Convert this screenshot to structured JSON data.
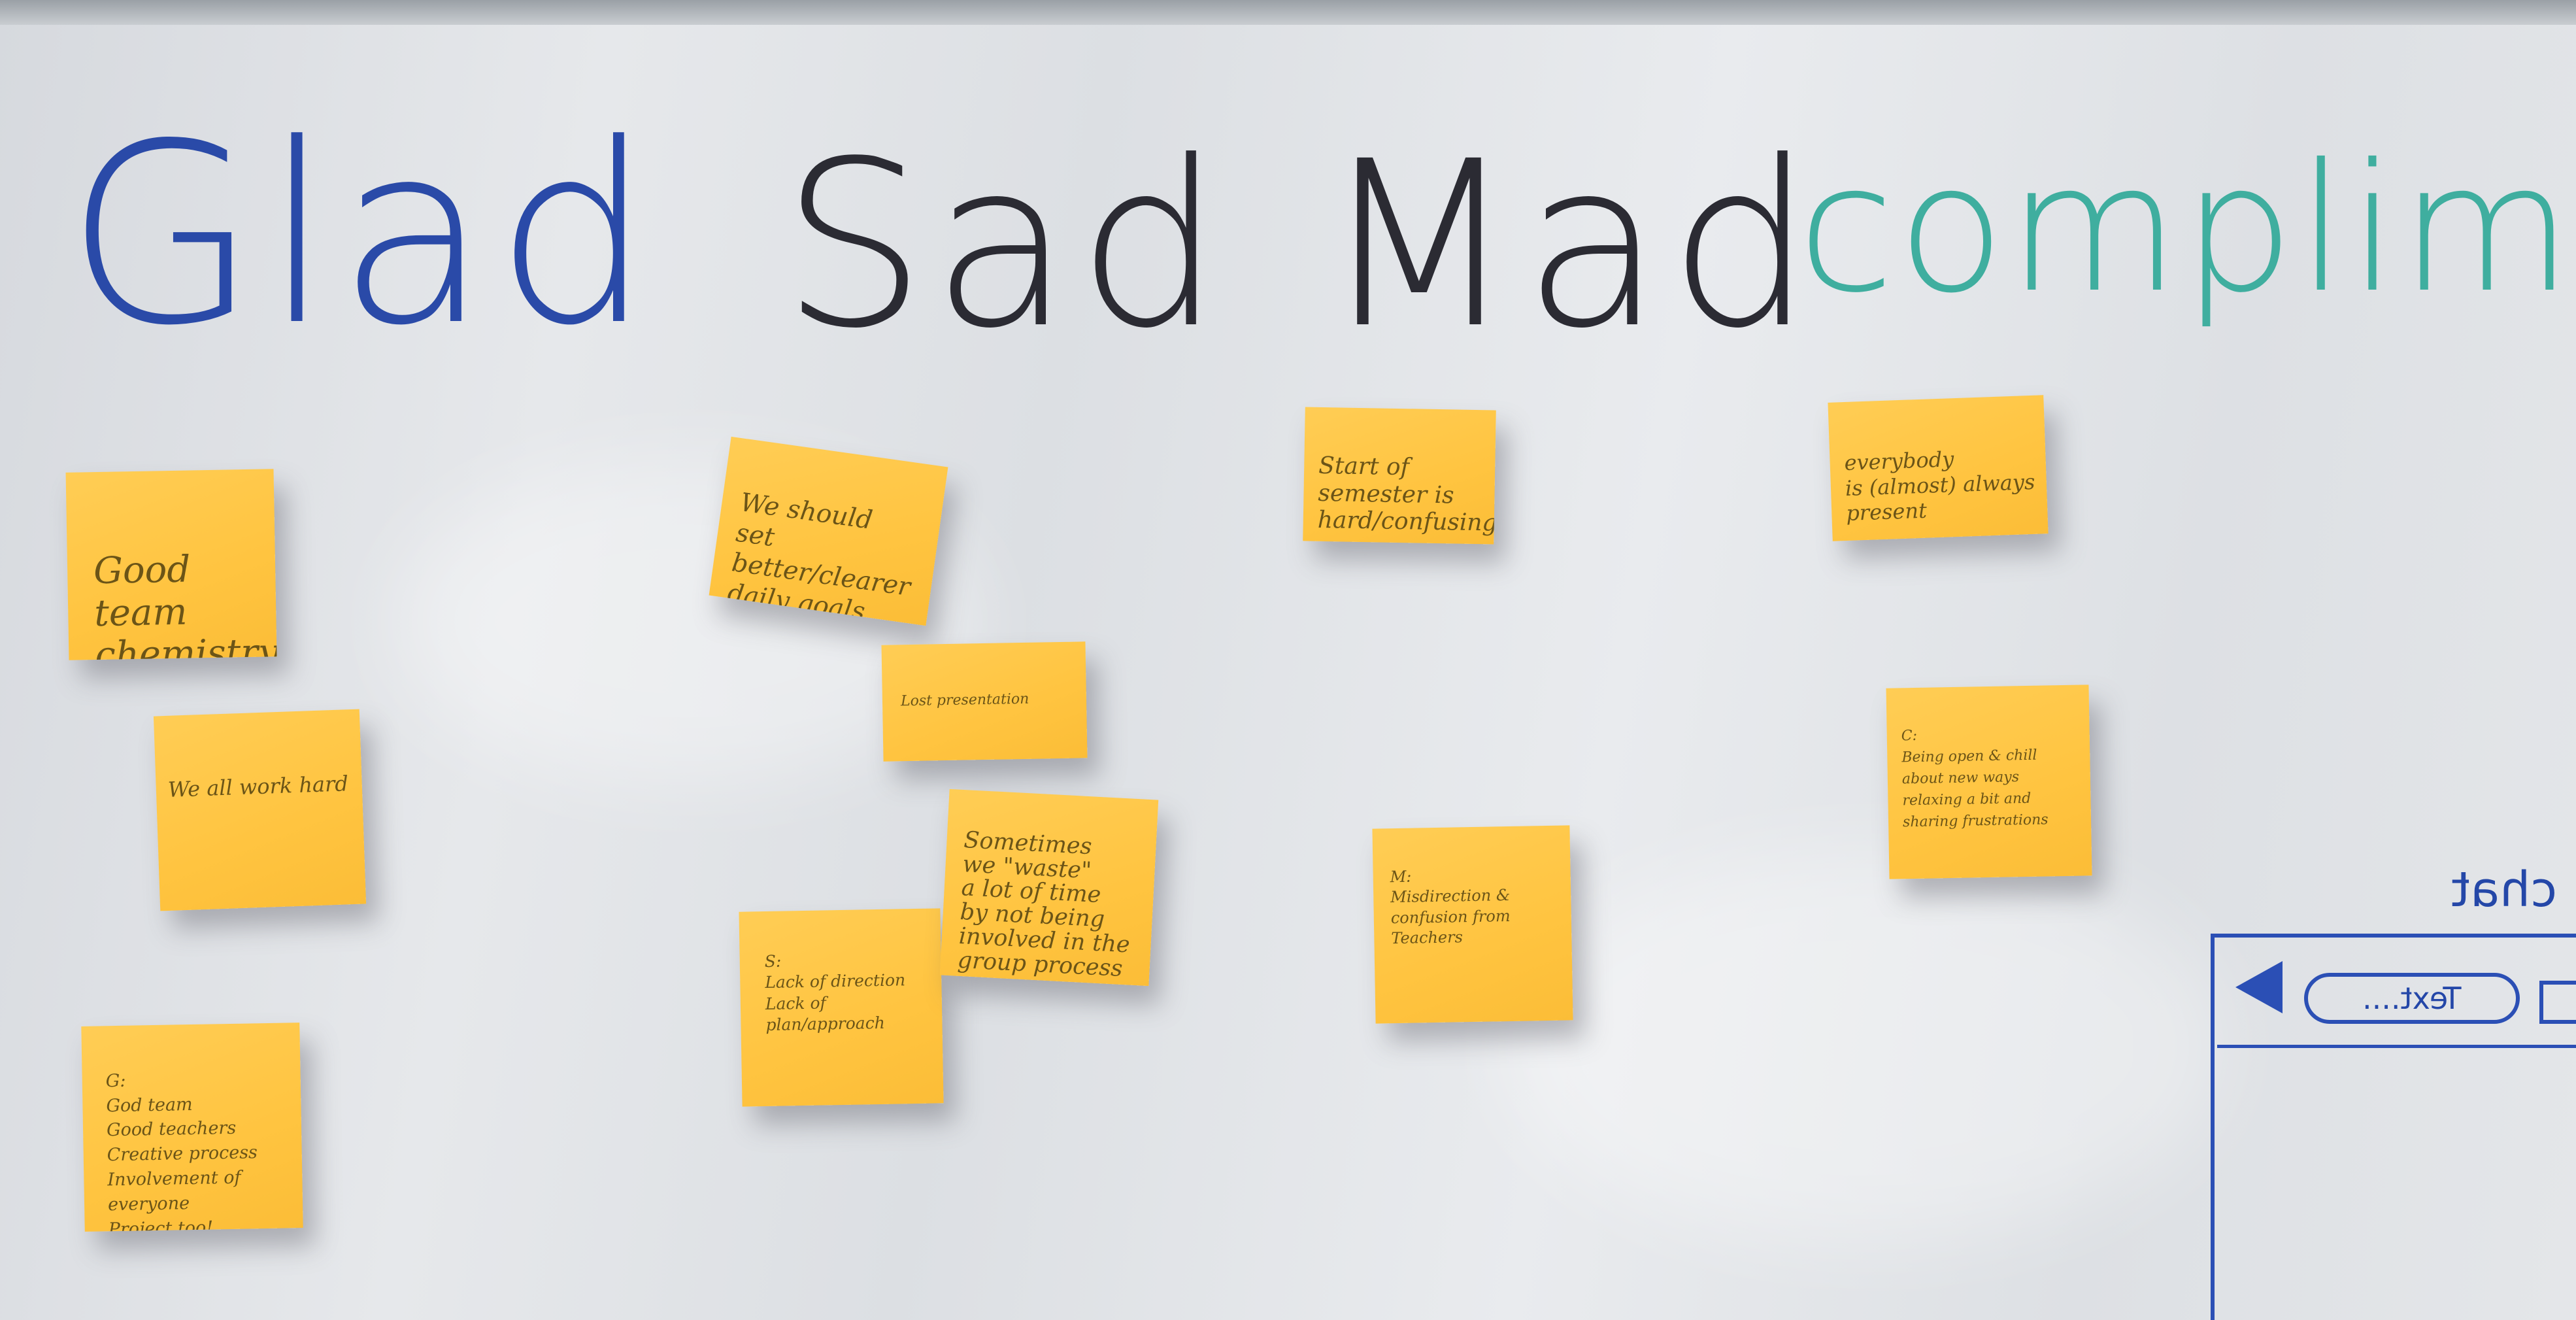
{
  "board": {
    "headings": {
      "glad": {
        "text": "Glad",
        "color": "#2a4aa8"
      },
      "sad": {
        "text": "Sad",
        "color": "#2b2b33"
      },
      "mad": {
        "text": "Mad",
        "color": "#2b2b33"
      },
      "compliments": {
        "text": "compliments",
        "color": "#3fae9f"
      }
    },
    "note_color": "#ffc440",
    "notes": {
      "glad_1": "Good\nteam\nchemistry",
      "glad_2": "We all work hard",
      "glad_3": "G:\nGod team\nGood teachers\nCreative process\nInvolvement of everyone\nProject too!",
      "sad_1": "We should\nset better/clearer\ndaily goals",
      "sad_2": "Lost presentation",
      "sad_3": "Sometimes\nwe \"waste\"\na lot of time\nby not being\ninvolved in the\ngroup process",
      "sad_4": "S:\nLack of direction\nLack of plan/approach",
      "mad_1": "Start of\nsemester is\nhard/confusing",
      "mad_2": "M:\nMisdirection &\nconfusion from Teachers",
      "compliments_1": "everybody\nis (almost) always\npresent",
      "compliments_2": "C:\nBeing open & chill\nabout new ways\nrelaxing a bit and\nsharing frustrations"
    },
    "sketch": {
      "label": "chat",
      "input_text": "Text....",
      "ink_color": "#2b4fb5"
    }
  }
}
